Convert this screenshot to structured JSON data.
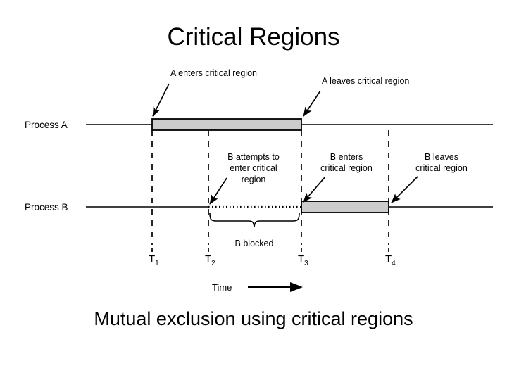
{
  "slide": {
    "title": "Critical Regions",
    "caption": "Mutual exclusion using critical regions"
  },
  "diagram": {
    "lanes": [
      {
        "label": "Process A"
      },
      {
        "label": "Process B"
      }
    ],
    "annotations": {
      "a_enters": "A enters critical region",
      "a_leaves": "A leaves critical region",
      "b_attempts_line1": "B attempts to",
      "b_attempts_line2": "enter critical",
      "b_attempts_line3": "region",
      "b_enters_line1": "B enters",
      "b_enters_line2": "critical region",
      "b_leaves_line1": "B leaves",
      "b_leaves_line2": "critical region",
      "b_blocked": "B blocked"
    },
    "time_markers": [
      {
        "base": "T",
        "sub": "1"
      },
      {
        "base": "T",
        "sub": "2"
      },
      {
        "base": "T",
        "sub": "3"
      },
      {
        "base": "T",
        "sub": "4"
      }
    ],
    "axis": {
      "time_label": "Time"
    },
    "colors": {
      "background": "#ffffff",
      "ink": "#000000",
      "critical_region_fill": "#cccccc",
      "critical_region_stroke": "#000000"
    }
  }
}
